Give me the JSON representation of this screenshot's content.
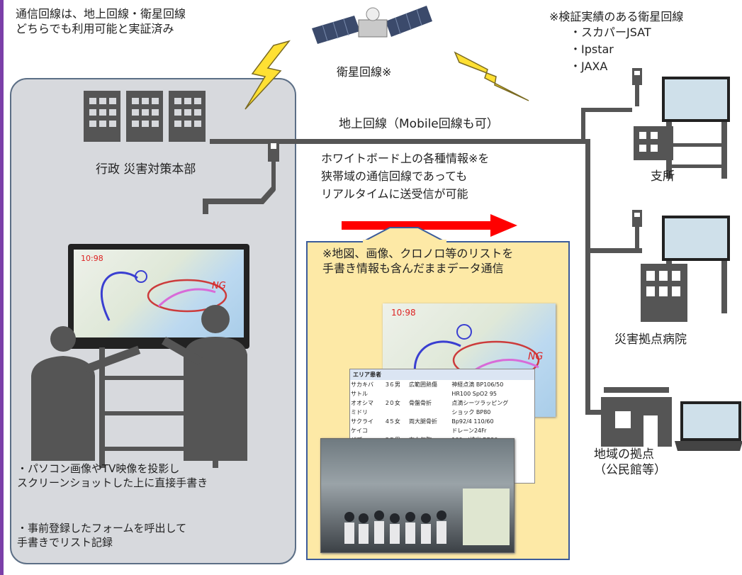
{
  "top_note": "通信回線は、地上回線・衛星回線\nどちらでも利用可能と実証済み",
  "satellite_label": "衛星回線※",
  "verified_title": "※検証実績のある衛星回線",
  "verified_lines": [
    "・スカパーJSAT",
    "・Ipstar",
    "・JAXA"
  ],
  "ground_line_label": "地上回線（Mobile回線も可）",
  "hq_label": "行政  災害対策本部",
  "realtime_text": "ホワイトボード上の各種情報※を\n狭帯域の通信回線であっても\nリアルタイムに送受信が可能",
  "callout_text": "※地図、画像、クロノロ等のリストを\n  手書き情報も含んだままデータ通信",
  "branch_office": "支所",
  "hospital": "災害拠点病院",
  "community_base": "地域の拠点\n（公民館等）",
  "feature_1": "・パソコン画像やTV映像を投影し\n  スクリーンショットした上に直接手書き",
  "feature_2": "・事前登録したフォームを呼出して\n  手書きでリスト記録",
  "board_time": "10:98",
  "board_ng": "NG",
  "list_sheet": {
    "header": "エリア患者",
    "rows": [
      [
        "サカキバ",
        "3６男",
        "広範囲熱傷",
        "神経点滴 BP106/50"
      ],
      [
        "サトル",
        "",
        "",
        "HR100 SpO2 95"
      ],
      [
        "オオシマ",
        "2０女",
        "骨盤骨折",
        "点滴シーツラッピング"
      ],
      [
        "ミドリ",
        "",
        "",
        "ショック BP80"
      ],
      [
        "サクライ",
        "4５女",
        "両大腿骨折",
        "Bp92/4 110/60"
      ],
      [
        "ケイコ",
        "",
        "",
        "ドレーン24Fr"
      ],
      [
        "ザブ",
        "2５男",
        "右血気胸",
        "100ml排出 RR20"
      ]
    ]
  },
  "colors": {
    "accent_purple": "#7b3fa8",
    "panel_gray": "#d7d9dd",
    "callout_yellow": "#fde9a6",
    "arrow_red": "#ff0000",
    "line_gray": "#555555"
  }
}
